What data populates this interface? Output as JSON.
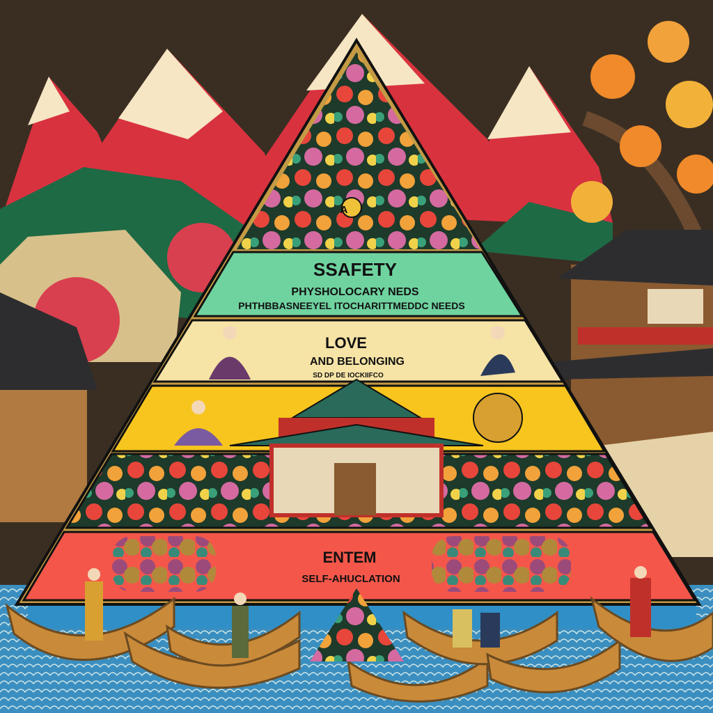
{
  "pyramid": {
    "levels": [
      {
        "title": "SSAFETY",
        "line1": "PHYSHOLOCARY NEDS",
        "line2": "PHTHBBASNEEYEL ITOCHARITTMEDDC NEEDS",
        "color": "#6fd3a0"
      },
      {
        "title": "LOVE",
        "line1": "AND BELONGING",
        "line2": "SD DP DE IOCKIIFCO",
        "color": "#f6e3a6"
      },
      {
        "title": "",
        "color": "#f7c51e"
      },
      {
        "title": "ENTEM",
        "line1": "SELF-AНUCLATION",
        "color": "#f4574a"
      }
    ],
    "apex_emblem": "A"
  },
  "colors": {
    "sky": "#3a2e22",
    "mountain_red": "#d9323f",
    "snow": "#f6e6c4",
    "water": "#2f8fc6",
    "boat": "#c98a3a",
    "frame": "#c49a45"
  }
}
